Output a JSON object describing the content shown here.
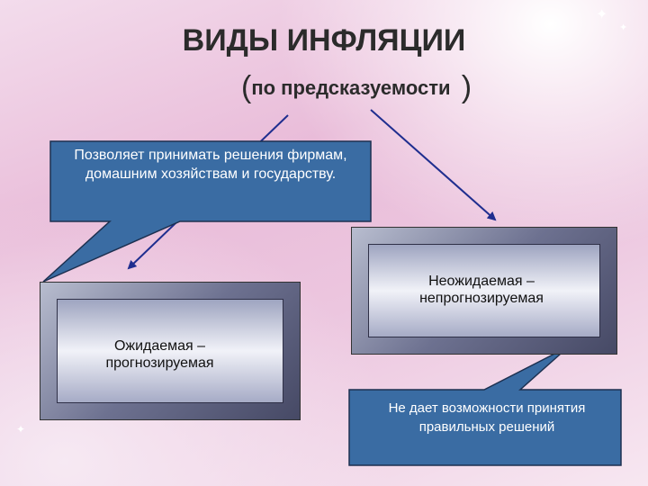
{
  "title": "ВИДЫ ИНФЛЯЦИИ",
  "subtitle": {
    "open": "(",
    "text": "по предсказуемости",
    "close": ")"
  },
  "callout_top": "Позволяет принимать решения фирмам, домашним хозяйствам и государству.",
  "box_left": "Ожидаемая – прогнозируемая",
  "box_right": "Неожидаемая – непрогнозируемая",
  "callout_bottom": "Не дает возможности принятия правильных решений",
  "colors": {
    "callout": "#3a6ca3",
    "arrow": "#1f2e8f"
  }
}
